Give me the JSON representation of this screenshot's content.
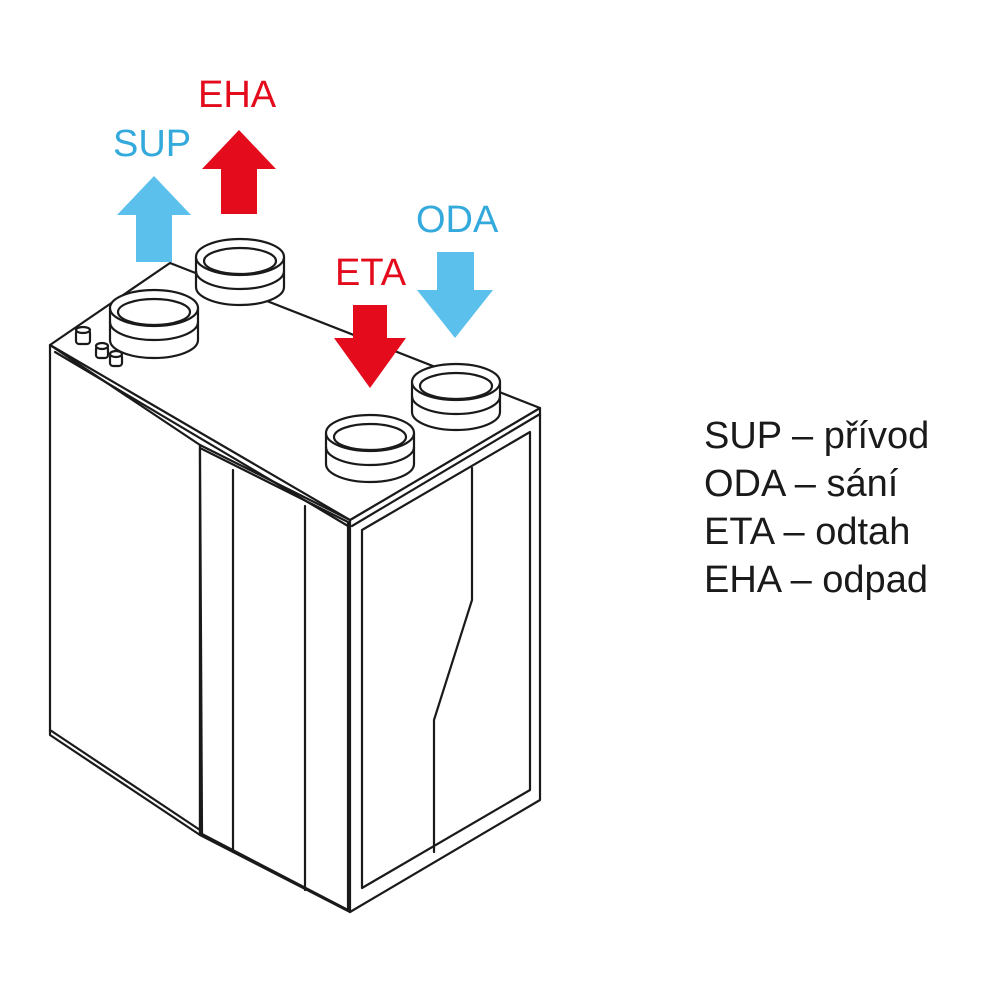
{
  "labels": {
    "sup": "SUP",
    "eha": "EHA",
    "eta": "ETA",
    "oda": "ODA"
  },
  "colors": {
    "blue_arrow": "#5bc1ec",
    "blue_text": "#33a9dc",
    "red_arrow": "#e30b1c",
    "red_text": "#e30b1c",
    "line": "#1a1a1a"
  },
  "legend": [
    "SUP – přívod",
    "ODA – sání",
    "ETA – odtah",
    "EHA – odpad"
  ]
}
